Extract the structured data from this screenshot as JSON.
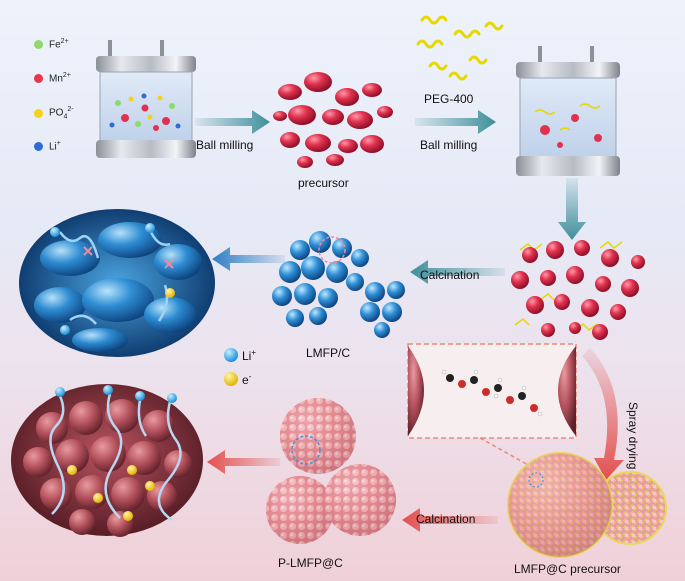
{
  "legend": [
    {
      "symbol": "Fe",
      "sup": "2+",
      "color": "#8fd96a"
    },
    {
      "symbol": "Mn",
      "sup": "2+",
      "color": "#e8354f"
    },
    {
      "symbol": "PO",
      "sub": "4",
      "sup": "2-",
      "color": "#f3d21a"
    },
    {
      "symbol": "Li",
      "sup": "+",
      "color": "#2f6bd6"
    }
  ],
  "labels": {
    "ball_milling_1": "Ball milling",
    "precursor": "precursor",
    "peg": "PEG-400",
    "ball_milling_2": "Ball milling",
    "calcination_1": "Calcination",
    "lmfp_c": "LMFP/C",
    "spray_drying": "Spray drying",
    "calcination_2": "Calcination",
    "p_lmfp_c": "P-LMFP@C",
    "lmfp_c_precursor": "LMFP@C precursor"
  },
  "carriers": {
    "li": {
      "symbol": "Li",
      "sup": "+",
      "color": "#2ea3f2"
    },
    "e": {
      "symbol": "e",
      "sup": "-",
      "color": "#f2c60f"
    }
  },
  "colors": {
    "arrow_teal": "#3f8f9a",
    "arrow_blue": "#2f7fc4",
    "arrow_red": "#e2504f",
    "particle_red": "#d9304d",
    "lmfp_blue": "#2f86c8"
  }
}
